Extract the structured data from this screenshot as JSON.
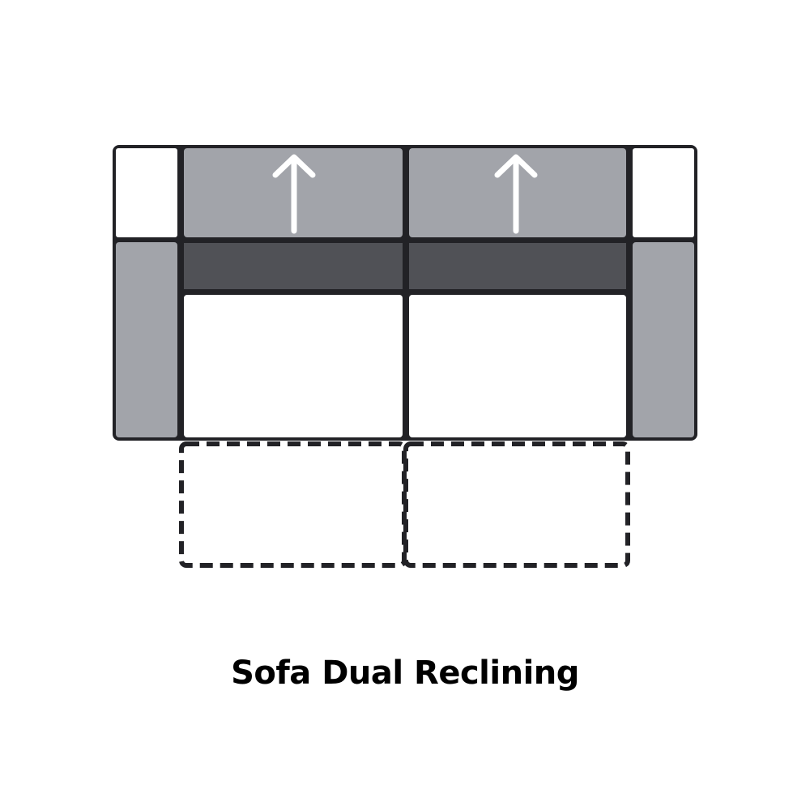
{
  "title": "Sofa Dual Reclining",
  "colors": {
    "outline": "#222226",
    "backrest_fill": "#a2a4aa",
    "seat_back_band": "#505156",
    "arm_fill": "#a2a4aa",
    "seat_fill": "#ffffff",
    "arrow": "#ffffff",
    "background": "#ffffff"
  },
  "diagram": {
    "seats": [
      {
        "label": "seat-left",
        "direction_arrow": "up"
      },
      {
        "label": "seat-right",
        "direction_arrow": "up"
      }
    ],
    "footrests_extended": 2,
    "footrest_style": "dashed-outline"
  }
}
